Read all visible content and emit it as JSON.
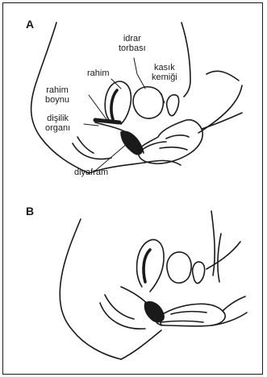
{
  "panels": [
    {
      "id": "A"
    },
    {
      "id": "B"
    }
  ],
  "labels": {
    "idrar_torbasi": [
      "idrar",
      "torbası"
    ],
    "rahim": "rahim",
    "kasik_kemigi": [
      "kasık",
      "kemiği"
    ],
    "rahim_boynu": [
      "rahim",
      "boynu"
    ],
    "disilik_organi": [
      "dişilik",
      "organı"
    ],
    "diyafram": "diyafram"
  },
  "colors": {
    "line": "#1a1a1a",
    "fill": "#1a1a1a",
    "background": "#ffffff"
  }
}
